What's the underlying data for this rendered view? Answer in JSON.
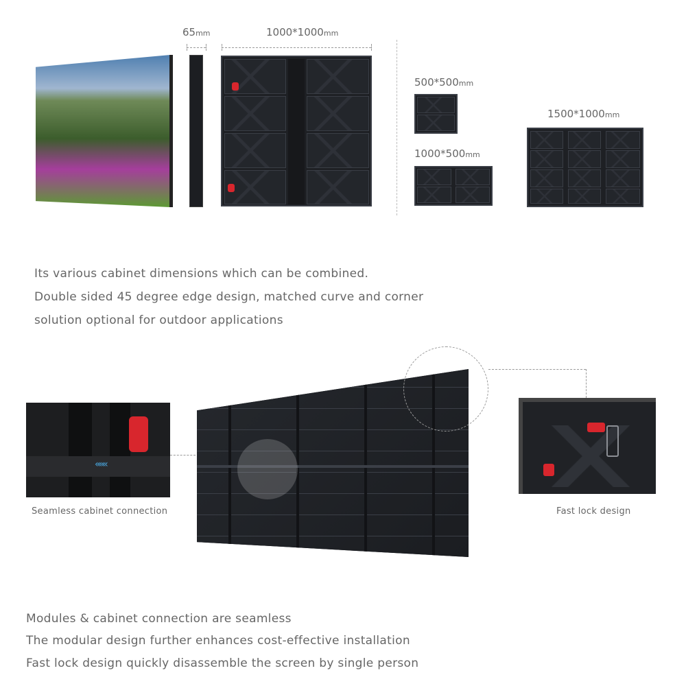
{
  "dimensions": {
    "depth_value": "65",
    "depth_unit": "mm",
    "main_value": "1000*1000",
    "main_unit": "mm",
    "small_value": "500*500",
    "small_unit": "mm",
    "medium_value": "1000*500",
    "medium_unit": "mm",
    "wide_value": "1500*1000",
    "wide_unit": "mm"
  },
  "section1": {
    "line1": "Its various cabinet dimensions which can be combined.",
    "line2": "Double sided 45 degree edge design, matched curve and corner",
    "line3": "solution optional for outdoor applications"
  },
  "captions": {
    "left": "Seamless cabinet connection",
    "right": "Fast lock design"
  },
  "section2": {
    "line1": "Modules & cabinet connection are seamless",
    "line2": "The modular design further enhances cost-effective installation",
    "line3": "Fast lock design quickly disassemble the screen by single person"
  }
}
